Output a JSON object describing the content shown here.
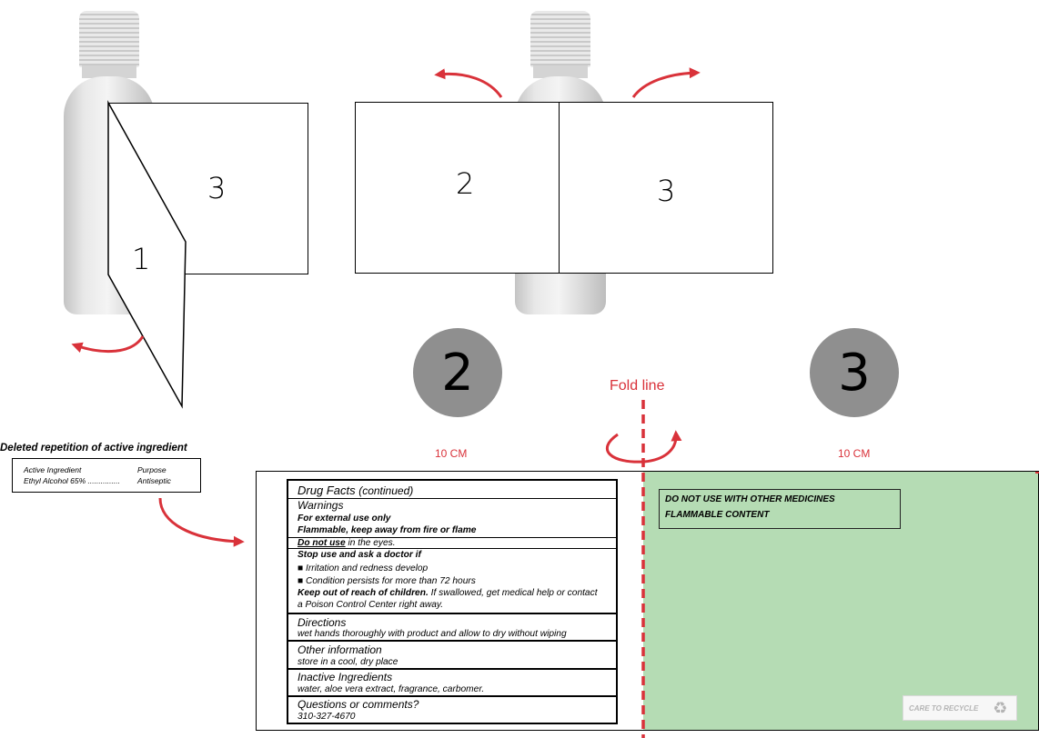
{
  "panels": {
    "left_panel_1": "1",
    "left_panel_3": "3",
    "right_panel_2": "2",
    "right_panel_3": "3"
  },
  "circles": {
    "panel_2": "2",
    "panel_3": "3"
  },
  "fold_line_label": "Fold line",
  "dimensions": {
    "left_width": "10 CM",
    "right_width": "10 CM"
  },
  "deleted": {
    "caption": "Deleted repetition of active ingredient",
    "header_ingredient": "Active Ingredient",
    "header_purpose": "Purpose",
    "row_ingredient": "Ethyl Alcohol 65% ...............",
    "row_purpose": "Antiseptic"
  },
  "drug_facts": {
    "title": "Drug Facts",
    "title_suffix": "(continued)",
    "warnings_heading": "Warnings",
    "external_use": "For external use only",
    "flammable": "Flammable, keep away from fire or flame",
    "do_not_use_bold": "Do not use",
    "do_not_use_rest": "in the eyes.",
    "stop_use": "Stop use and ask a doctor if",
    "bullet_1": "Irritation and redness develop",
    "bullet_2": "Condition persists for more than 72 hours",
    "keep_out_bold": "Keep out of reach of children.",
    "keep_out_rest": "If swallowed, get medical help or contact",
    "keep_out_line2": "a Poison Control Center right away.",
    "directions_heading": "Directions",
    "directions_text": "wet hands thoroughly with product and allow to dry without wiping",
    "other_heading": "Other information",
    "other_text": "store in a cool, dry place",
    "inactive_heading": "Inactive Ingredients",
    "inactive_text": "water, aloe vera extract, fragrance, carbomer.",
    "questions_heading": "Questions or comments?",
    "phone": "310-327-4670"
  },
  "green_panel": {
    "warning_1": "DO NOT USE WITH OTHER MEDICINES",
    "warning_2": "FLAMMABLE CONTENT",
    "recycle_text": "CARE TO RECYCLE",
    "recycle_icon": "recycle-icon"
  },
  "colors": {
    "accent_red": "#d9323a",
    "green_panel": "#b5dcb4",
    "circle_gray": "#8f8f8f"
  }
}
